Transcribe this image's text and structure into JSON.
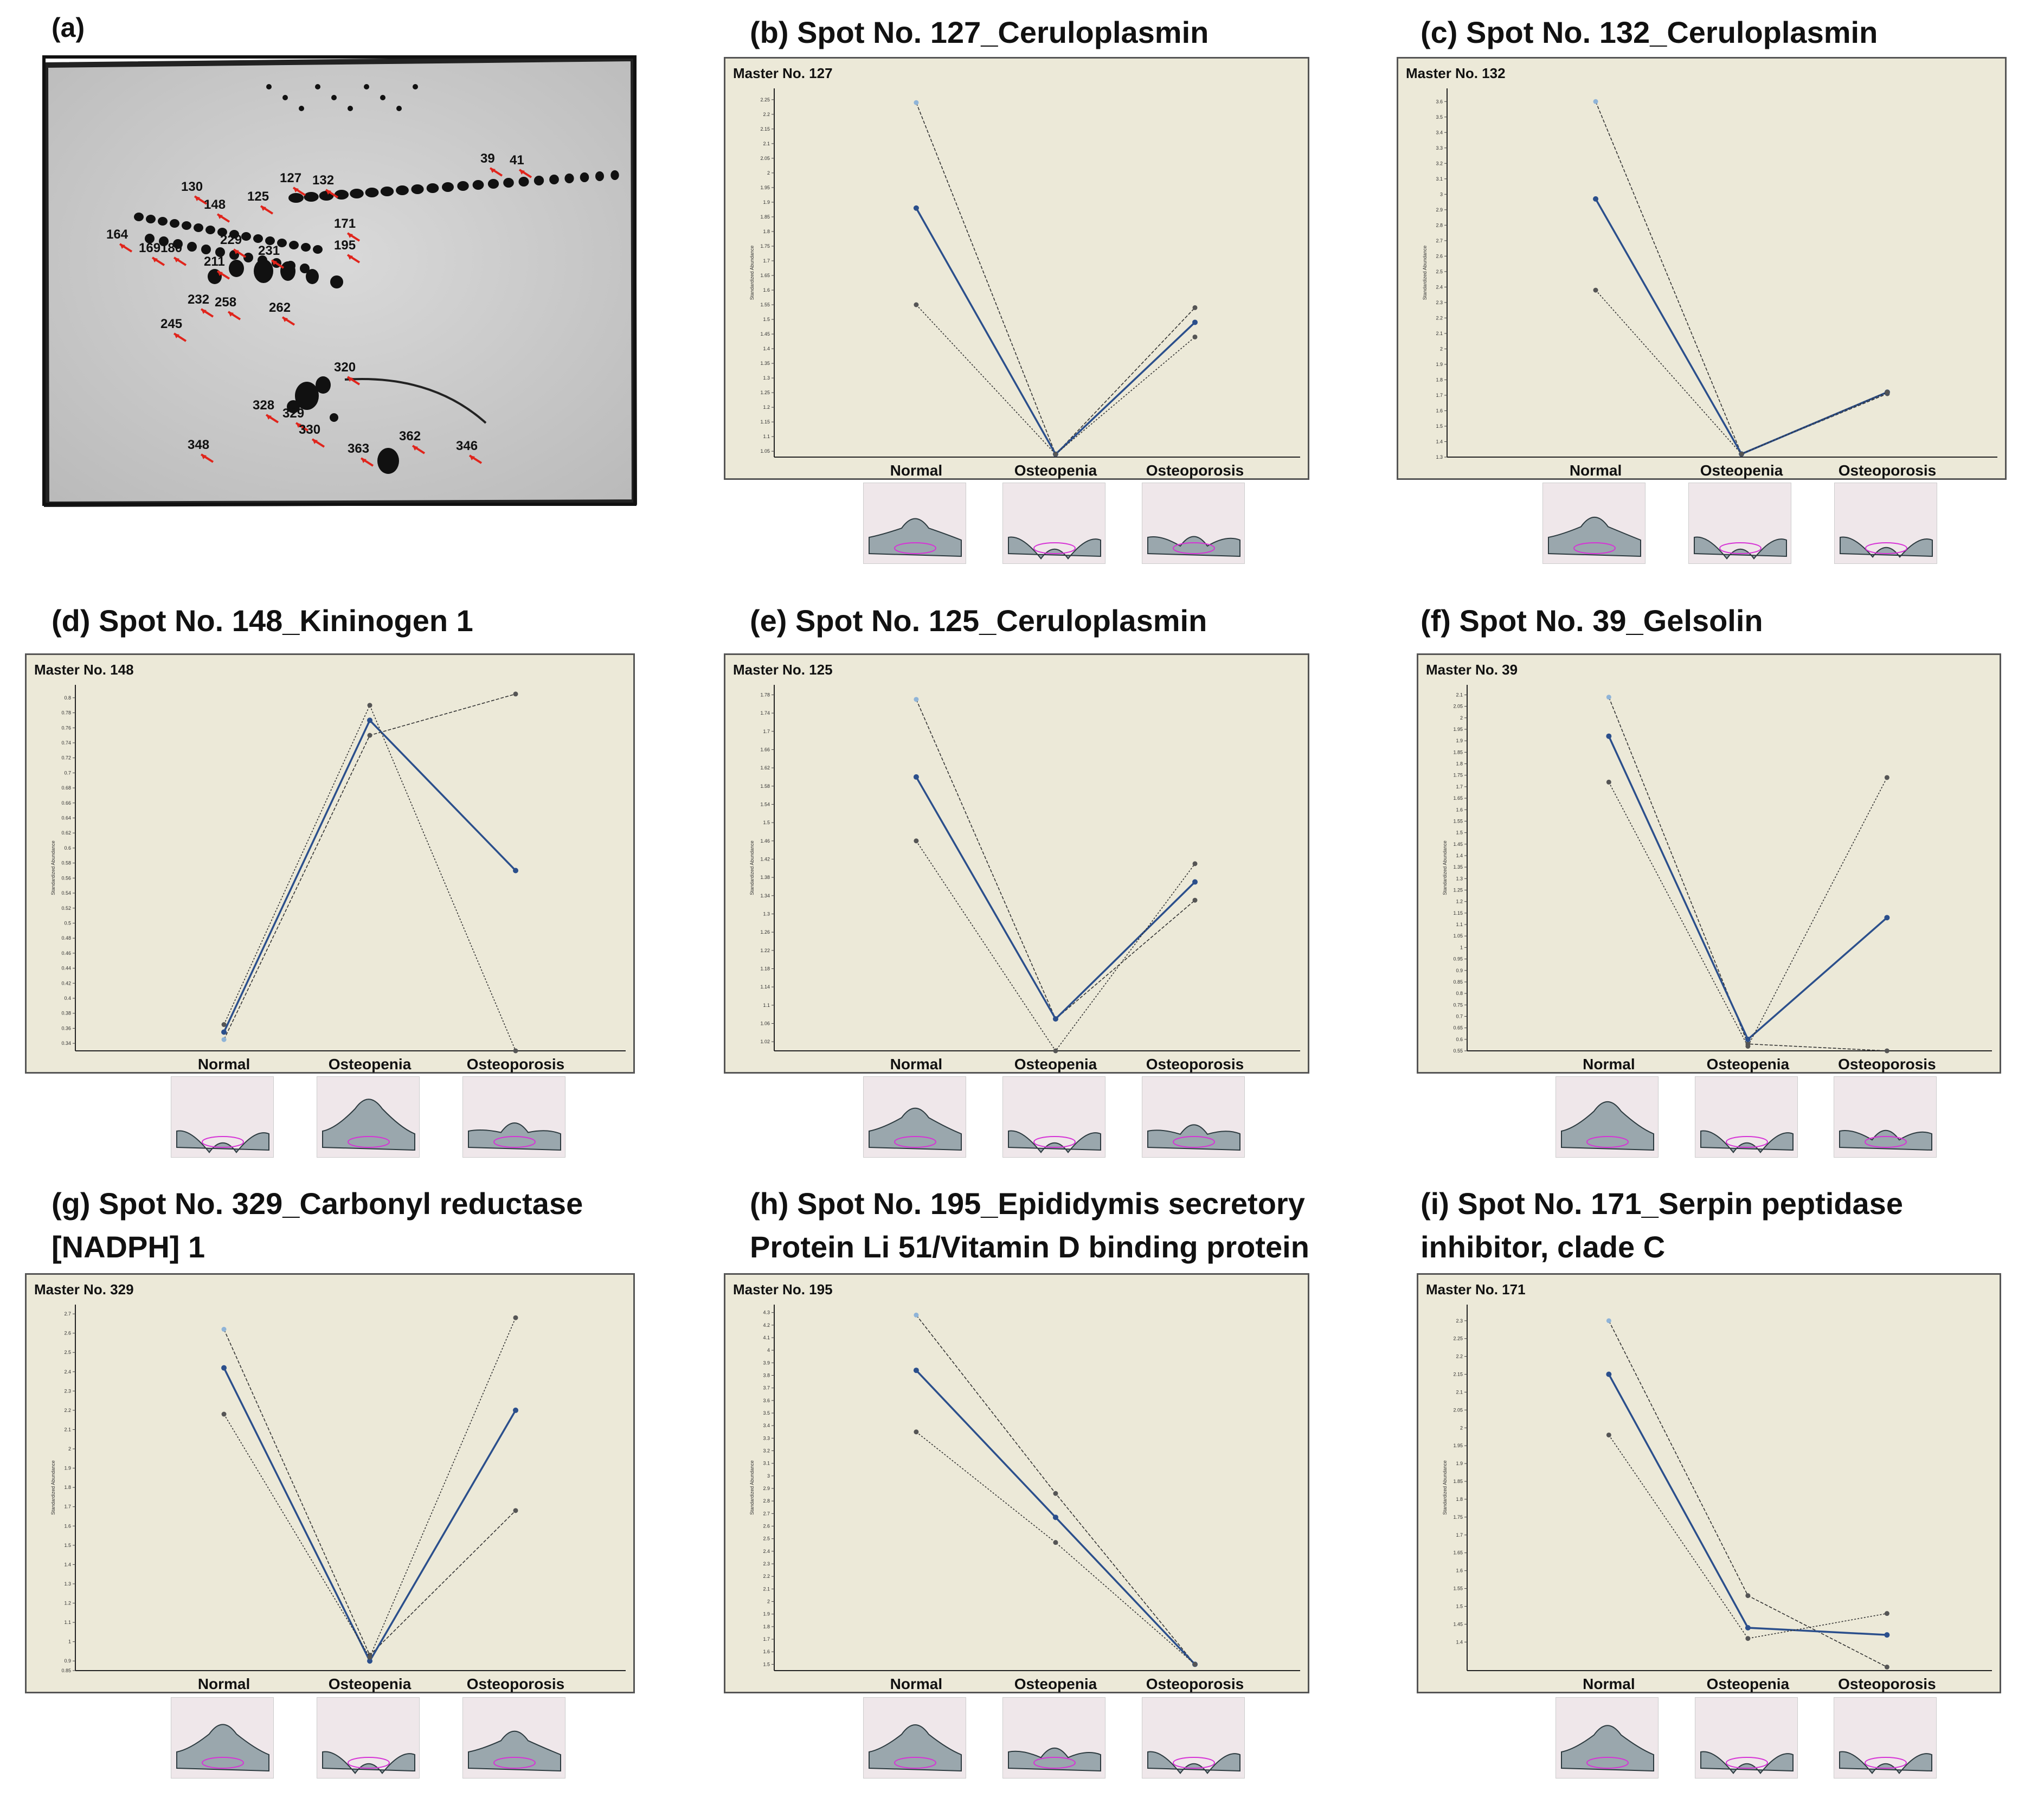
{
  "figure": {
    "gel_label": "(a)",
    "gel_spot_labels": [
      "130",
      "127",
      "132",
      "39",
      "41",
      "125",
      "148",
      "164",
      "169",
      "180",
      "171",
      "195",
      "229",
      "231",
      "211",
      "232",
      "258",
      "262",
      "245",
      "320",
      "328",
      "329",
      "330",
      "348",
      "363",
      "362",
      "346"
    ]
  },
  "colors": {
    "panel_bg": "#ECE9D8",
    "mean_line": "#2B4F8C",
    "individual_line": "#333333",
    "arrow": "#E0241B",
    "outline": "#D633D6"
  },
  "thumbnail_icon": "3d-spot-peak-icon",
  "chart_data": [
    {
      "id": "b",
      "type": "line",
      "title": "(b) Spot No. 127_Ceruloplasmin",
      "master": "Master No. 127",
      "categories": [
        "Normal",
        "Osteopenia",
        "Osteoporosis"
      ],
      "ylabel": "Standardized Abundance",
      "ylim": [
        1.03,
        2.27
      ],
      "yticks": [
        "1.05",
        "1.1",
        "1.15",
        "1.2",
        "1.25",
        "1.3",
        "1.35",
        "1.4",
        "1.45",
        "1.5",
        "1.55",
        "1.6",
        "1.65",
        "1.7",
        "1.75",
        "1.8",
        "1.85",
        "1.9",
        "1.95",
        "2",
        "2.05",
        "2.1",
        "2.15",
        "2.2",
        "2.25"
      ],
      "series": [
        {
          "values": [
            2.24,
            1.04,
            1.54
          ],
          "style": "solid-thin"
        },
        {
          "values": [
            1.88,
            1.04,
            1.49
          ],
          "style": "mean"
        },
        {
          "values": [
            1.55,
            1.04,
            1.44
          ],
          "style": "dotted"
        }
      ]
    },
    {
      "id": "c",
      "type": "line",
      "title": "(c) Spot No. 132_Ceruloplasmin",
      "master": "Master No. 132",
      "categories": [
        "Normal",
        "Osteopenia",
        "Osteoporosis"
      ],
      "ylabel": "Standardized Abundance",
      "ylim": [
        1.3,
        3.65
      ],
      "yticks": [
        "1.3",
        "1.4",
        "1.5",
        "1.6",
        "1.7",
        "1.8",
        "1.9",
        "2",
        "2.1",
        "2.2",
        "2.3",
        "2.4",
        "2.5",
        "2.6",
        "2.7",
        "2.8",
        "2.9",
        "3",
        "3.1",
        "3.2",
        "3.3",
        "3.4",
        "3.5",
        "3.6"
      ],
      "series": [
        {
          "values": [
            3.6,
            1.32,
            1.71
          ],
          "style": "solid-thin"
        },
        {
          "values": [
            2.97,
            1.32,
            1.72
          ],
          "style": "mean"
        },
        {
          "values": [
            2.38,
            1.32,
            1.72
          ],
          "style": "dotted"
        }
      ]
    },
    {
      "id": "d",
      "type": "line",
      "title": "(d) Spot No. 148_Kininogen 1",
      "master": "Master No. 148",
      "categories": [
        "Normal",
        "Osteopenia",
        "Osteoporosis"
      ],
      "ylabel": "Standardized Abundance",
      "ylim": [
        0.33,
        0.81
      ],
      "yticks": [
        "0.34",
        "0.36",
        "0.38",
        "0.4",
        "0.42",
        "0.44",
        "0.46",
        "0.48",
        "0.5",
        "0.52",
        "0.54",
        "0.56",
        "0.58",
        "0.6",
        "0.62",
        "0.64",
        "0.66",
        "0.68",
        "0.7",
        "0.72",
        "0.74",
        "0.76",
        "0.78",
        "0.8"
      ],
      "series": [
        {
          "values": [
            0.345,
            0.75,
            0.805
          ],
          "style": "solid-thin"
        },
        {
          "values": [
            0.355,
            0.77,
            0.57
          ],
          "style": "mean"
        },
        {
          "values": [
            0.365,
            0.79,
            0.33
          ],
          "style": "dotted"
        }
      ]
    },
    {
      "id": "e",
      "type": "line",
      "title": "(e) Spot No. 125_Ceruloplasmin",
      "master": "Master No. 125",
      "categories": [
        "Normal",
        "Osteopenia",
        "Osteoporosis"
      ],
      "ylabel": "Standardized Abundance",
      "ylim": [
        1.0,
        1.79
      ],
      "yticks": [
        "1.02",
        "1.06",
        "1.1",
        "1.14",
        "1.18",
        "1.22",
        "1.26",
        "1.3",
        "1.34",
        "1.38",
        "1.42",
        "1.46",
        "1.5",
        "1.54",
        "1.58",
        "1.62",
        "1.66",
        "1.7",
        "1.74",
        "1.78"
      ],
      "series": [
        {
          "values": [
            1.77,
            1.07,
            1.33
          ],
          "style": "solid-thin"
        },
        {
          "values": [
            1.6,
            1.07,
            1.37
          ],
          "style": "mean"
        },
        {
          "values": [
            1.46,
            1.0,
            1.41
          ],
          "style": "dotted"
        }
      ]
    },
    {
      "id": "f",
      "type": "line",
      "title": "(f) Spot No. 39_Gelsolin",
      "master": "Master No. 39",
      "categories": [
        "Normal",
        "Osteopenia",
        "Osteoporosis"
      ],
      "ylabel": "Standardized Abundance",
      "ylim": [
        0.55,
        2.12
      ],
      "yticks": [
        "0.55",
        "0.6",
        "0.65",
        "0.7",
        "0.75",
        "0.8",
        "0.85",
        "0.9",
        "0.95",
        "1",
        "1.05",
        "1.1",
        "1.15",
        "1.2",
        "1.25",
        "1.3",
        "1.35",
        "1.4",
        "1.45",
        "1.5",
        "1.55",
        "1.6",
        "1.65",
        "1.7",
        "1.75",
        "1.8",
        "1.85",
        "1.9",
        "1.95",
        "2",
        "2.05",
        "2.1"
      ],
      "series": [
        {
          "values": [
            2.09,
            0.58,
            0.55
          ],
          "style": "solid-thin"
        },
        {
          "values": [
            1.92,
            0.6,
            1.13
          ],
          "style": "mean"
        },
        {
          "values": [
            1.72,
            0.57,
            1.74
          ],
          "style": "dotted"
        }
      ]
    },
    {
      "id": "g",
      "type": "line",
      "title": "(g) Spot No. 329_Carbonyl reductase [NADPH] 1",
      "master": "Master No. 329",
      "categories": [
        "Normal",
        "Osteopenia",
        "Osteoporosis"
      ],
      "ylabel": "Standardized Abundance",
      "ylim": [
        0.85,
        2.72
      ],
      "yticks": [
        "0.85",
        "0.9",
        "1",
        "1.1",
        "1.2",
        "1.3",
        "1.4",
        "1.5",
        "1.6",
        "1.7",
        "1.8",
        "1.9",
        "2",
        "2.1",
        "2.2",
        "2.3",
        "2.4",
        "2.5",
        "2.6",
        "2.7"
      ],
      "series": [
        {
          "values": [
            2.62,
            0.93,
            1.68
          ],
          "style": "solid-thin"
        },
        {
          "values": [
            2.42,
            0.9,
            2.2
          ],
          "style": "mean"
        },
        {
          "values": [
            2.18,
            0.92,
            2.68
          ],
          "style": "dotted"
        }
      ]
    },
    {
      "id": "h",
      "type": "line",
      "title": "(h) Spot No. 195_Epididymis secretory Protein Li 51/Vitamin D binding protein",
      "master": "Master No. 195",
      "categories": [
        "Normal",
        "Osteopenia",
        "Osteoporosis"
      ],
      "ylabel": "Standardized Abundance",
      "ylim": [
        1.45,
        4.32
      ],
      "yticks": [
        "1.5",
        "1.6",
        "1.7",
        "1.8",
        "1.9",
        "2",
        "2.1",
        "2.2",
        "2.3",
        "2.4",
        "2.5",
        "2.6",
        "2.7",
        "2.8",
        "2.9",
        "3",
        "3.1",
        "3.2",
        "3.3",
        "3.4",
        "3.5",
        "3.6",
        "3.7",
        "3.8",
        "3.9",
        "4",
        "4.1",
        "4.2",
        "4.3"
      ],
      "series": [
        {
          "values": [
            4.28,
            2.86,
            1.5
          ],
          "style": "solid-thin"
        },
        {
          "values": [
            3.84,
            2.67,
            1.5
          ],
          "style": "mean"
        },
        {
          "values": [
            3.35,
            2.47,
            1.5
          ],
          "style": "dotted"
        }
      ]
    },
    {
      "id": "i",
      "type": "line",
      "title": "(i)   Spot No. 171_Serpin peptidase inhibitor, clade C",
      "master": "Master No. 171",
      "categories": [
        "Normal",
        "Osteopenia",
        "Osteoporosis"
      ],
      "ylabel": "Standardized Abundance",
      "ylim": [
        1.32,
        2.33
      ],
      "yticks": [
        "1.4",
        "1.45",
        "1.5",
        "1.55",
        "1.6",
        "1.65",
        "1.7",
        "1.75",
        "1.8",
        "1.85",
        "1.9",
        "1.95",
        "2",
        "2.05",
        "2.1",
        "2.15",
        "2.2",
        "2.25",
        "2.3"
      ],
      "series": [
        {
          "values": [
            2.3,
            1.53,
            1.33
          ],
          "style": "solid-thin"
        },
        {
          "values": [
            2.15,
            1.44,
            1.42
          ],
          "style": "mean"
        },
        {
          "values": [
            1.98,
            1.41,
            1.48
          ],
          "style": "dotted"
        }
      ]
    }
  ]
}
